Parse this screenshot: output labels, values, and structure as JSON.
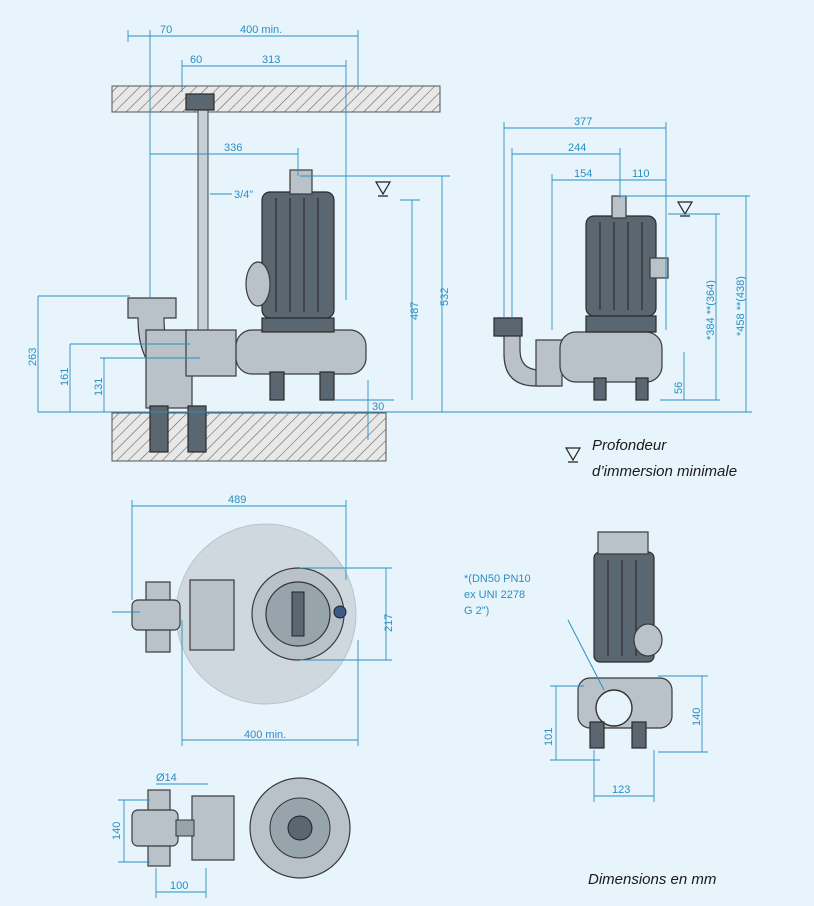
{
  "dimensions": {
    "d70": "70",
    "d400min_top": "400 min.",
    "d60": "60",
    "d313": "313",
    "d336": "336",
    "d3_4": "3/4\"",
    "d487": "487",
    "d532": "532",
    "d263": "263",
    "d161": "161",
    "d131": "131",
    "d30": "30",
    "d377": "377",
    "d244": "244",
    "d154": "154",
    "d110": "110",
    "d384": "*384 **(364)",
    "d458": "*458 **(438)",
    "d56": "56",
    "d489": "489",
    "d217": "217",
    "d400min_bottom": "400 min.",
    "d101": "101",
    "d140_right": "140",
    "d123": "123",
    "d14": "Ø14",
    "d140_left": "140",
    "d100": "100"
  },
  "callout": {
    "line1": "*(DN50 PN10",
    "line2": "ex UNI 2278",
    "line3": "G 2\")"
  },
  "legend": {
    "line1": "Profondeur",
    "line2": "d’immersion minimale",
    "symbol": "water-level-triangle-icon"
  },
  "footer": {
    "units_note": "Dimensions en mm"
  },
  "colors": {
    "background": "#e8f4fb",
    "dimension_lines": "#2a8fc1",
    "pump_body": "#5a6770",
    "pump_light": "#b8c2c8"
  }
}
